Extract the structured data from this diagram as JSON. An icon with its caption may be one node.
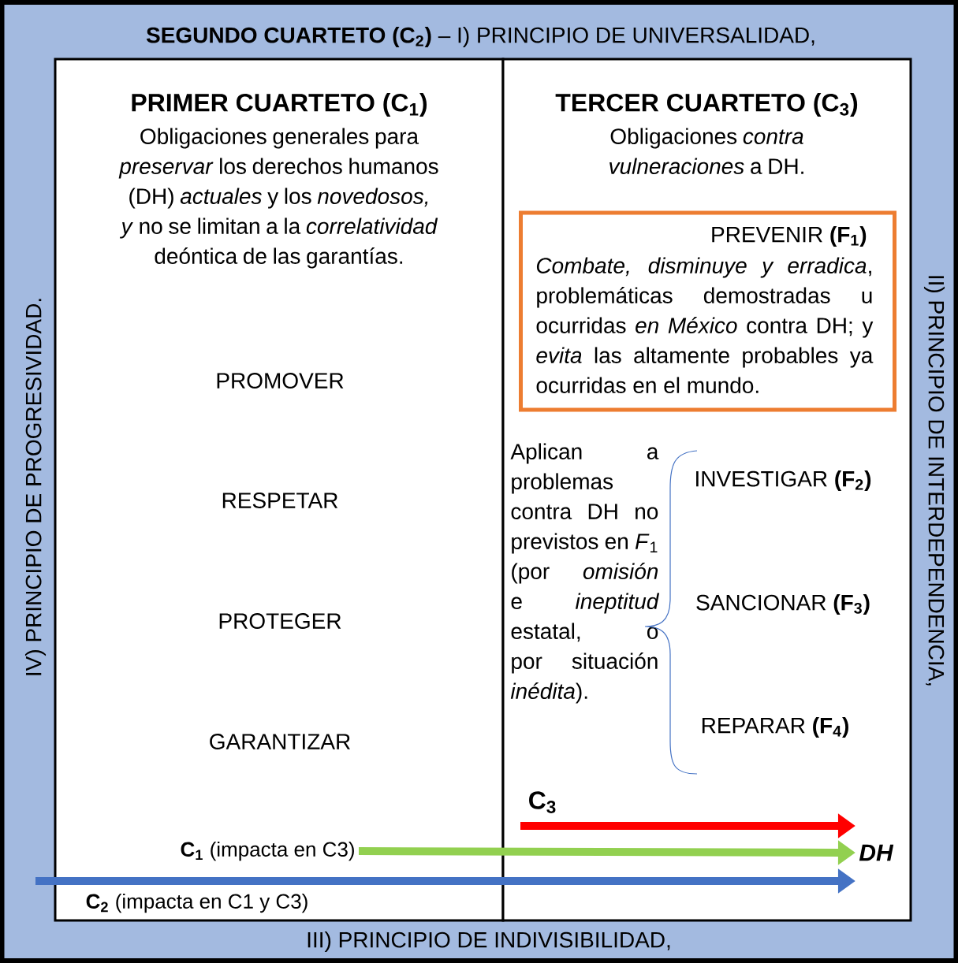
{
  "diagram": {
    "nodes": [
      {
        "text": [
          "**SEGUNDO CUARTETO (C$_{2}$)** – I) PRINCIPIO DE UNIVERSALIDAD,",
          "II) PRINCIPIO DE INTERDEPENDENCIA,",
          "III) PRINCIPIO DE INDIVISIBILIDAD,",
          "IV) PRINCIPIO DE PROGRESIVIDAD."
        ]
      },
      {
        "text": [
          "PRIMER CUARTETO (C$_{1}$)",
          "Obligaciones generales para *preservar* los derechos humanos (DH) *actuales* y los *novedosos, y* no se limitan a la *correlatividad* deóntica de las garantías."
        ],
        "in": 0
      },
      {
        "text": [
          "TERCER CUARTETO (C$_{3}$)",
          "Obligaciones *contra vulneraciones* a DH."
        ],
        "in": 0
      },
      {
        "text": [
          "PREVENIR **(F$_{1}$)**",
          "*Combate, disminuye y erradica*, problemáticas demostradas u ocurridas *en México* contra DH; y *evita* las altamente probables ya ocurridas en el mundo."
        ],
        "in": 2
      },
      {
        "text": [
          "**C$_{1}$** (impacta en C3)"
        ],
        "in": 1
      },
      {
        "text": [
          "DH"
        ],
        "in": 2
      }
    ],
    "edges": [
      {
        "from": null,
        "to": 5,
        "arrow": "to",
        "label": "C$_{3}$",
        "color": "#ff0000"
      },
      {
        "from": 4,
        "to": 5,
        "arrow": "to",
        "color": "#92d050"
      },
      {
        "from": null,
        "to": 5,
        "arrow": "to",
        "label": "**C$_{2}$** (impacta en C1 y C3)",
        "color": "#4472c4"
      }
    ],
    "labels": [
      "PROMOVER",
      "RESPETAR",
      "PROTEGER",
      "GARANTIZAR",
      "Aplican a problemas contra DH no previstos en *F*$_{1}$ (por *omisión* e *ineptitud* estatal, o por situación *inédita*).",
      "INVESTIGAR **(F$_{2}$)**",
      "SANCIONAR **(F$_{3}$)**",
      "REPARAR **(F$_{4}$)**"
    ]
  }
}
